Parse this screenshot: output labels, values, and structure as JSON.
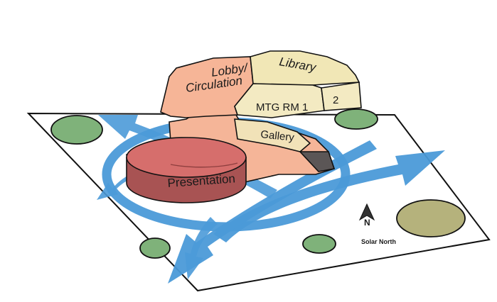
{
  "labels": {
    "lobby_line1": "Lobby/",
    "lobby_line2": "Circulation",
    "library": "Library",
    "mtg_rm_1": "MTG RM 1",
    "mtg_rm_2": "2",
    "gallery": "Gallery",
    "presentation": "Presentation",
    "compass_letter": "N",
    "solar_north": "Solar North"
  },
  "colors": {
    "site_fill": "#ffffff",
    "site_stroke": "#111111",
    "tree_green": "#7fb27a",
    "tree_olive": "#b5b27c",
    "arrow_blue": "#4b9ad8",
    "lobby_fill": "#f6b597",
    "lobby_side": "#f2c4a8",
    "library_fill": "#f1e7b6",
    "mtg_fill": "#f3eac2",
    "gallery_fill": "#f1e2b8",
    "dark_block": "#5b5656",
    "presentation_top": "#d66e6c",
    "presentation_side": "#a85353",
    "base_fill": "#f5b598"
  },
  "icons": {
    "compass": "north-arrow-icon"
  }
}
